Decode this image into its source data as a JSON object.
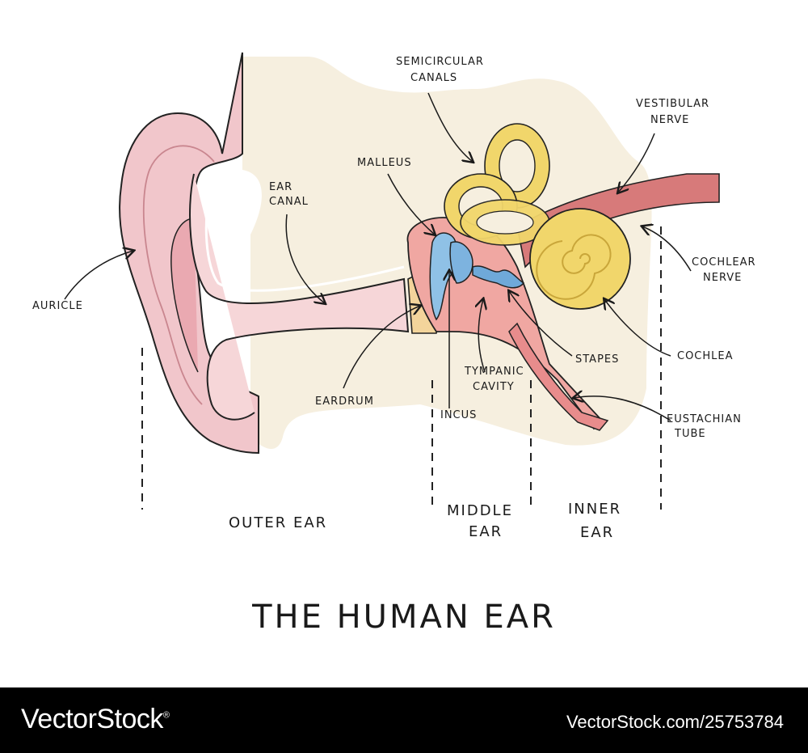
{
  "labels": {
    "auricle": "AURICLE",
    "ear_canal_1": "EAR",
    "ear_canal_2": "CANAL",
    "eardrum": "EARDRUM",
    "malleus": "MALLEUS",
    "semicircular_1": "SEMICIRCULAR",
    "semicircular_2": "CANALS",
    "vestibular_1": "VESTIBULAR",
    "vestibular_2": "NERVE",
    "cochlear_1": "COCHLEAR",
    "cochlear_2": "NERVE",
    "cochlea": "COCHLEA",
    "stapes": "STAPES",
    "tympanic_1": "TYMPANIC",
    "tympanic_2": "CAVITY",
    "incus": "INCUS",
    "eustachian_1": "EUSTACHIAN",
    "eustachian_2": "TUBE"
  },
  "sections": {
    "outer": "OUTER  EAR",
    "middle_1": "MIDDLE",
    "middle_2": "EAR",
    "inner_1": "INNER",
    "inner_2": "EAR"
  },
  "title": "THE HUMAN EAR",
  "footer": {
    "brand": "VectorStock",
    "registered": "®",
    "url": "VectorStock.com/25753784"
  }
}
